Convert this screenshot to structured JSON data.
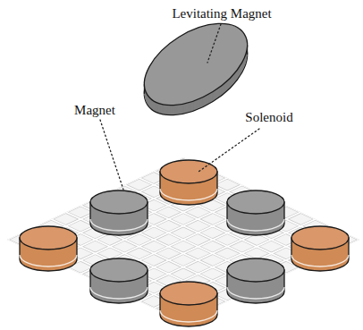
{
  "diagram": {
    "labels": [
      "Levitating Magnet",
      "Magnet",
      "Solenoid"
    ]
  }
}
